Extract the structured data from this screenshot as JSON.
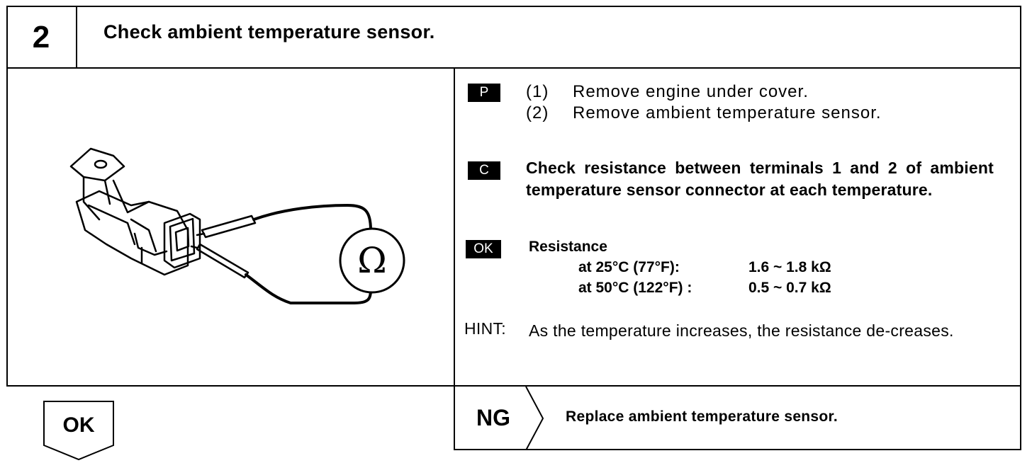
{
  "header": {
    "step_number": "2",
    "title": "Check ambient temperature sensor."
  },
  "procedure": {
    "prep_badge": "P",
    "steps": [
      {
        "num": "(1)",
        "text": "Remove engine under cover."
      },
      {
        "num": "(2)",
        "text": "Remove ambient temperature sensor."
      }
    ],
    "check_badge": "C",
    "check_text": "Check resistance between terminals 1 and 2 of ambient temperature sensor connector at each temperature.",
    "ok_badge": "OK",
    "resistance_label": "Resistance",
    "specs": [
      {
        "condition": "at 25°C (77°F):",
        "value": "1.6 ~ 1.8 kΩ"
      },
      {
        "condition": "at 50°C (122°F) :",
        "value": "0.5 ~ 0.7 kΩ"
      }
    ],
    "hint_label": "HINT:",
    "hint_text": "As the temperature increases, the resistance de-creases."
  },
  "figure": {
    "meter_symbol": "Ω"
  },
  "result_ng": {
    "label": "NG",
    "action": "Replace ambient temperature sensor."
  },
  "result_ok": {
    "label": "OK"
  }
}
